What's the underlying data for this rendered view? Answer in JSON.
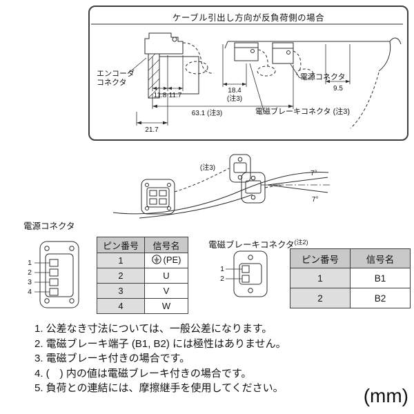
{
  "top_box": {
    "title": "ケーブル引出し方向が反負荷側の場合",
    "encoder_label_line1": "エンコーダ",
    "encoder_label_line2": "コネクタ",
    "power_label": "電源コネクタ",
    "brake_label": "電磁ブレーキコネクタ (注3)",
    "dims": {
      "d11_8": "11.8",
      "d11_7": "11.7",
      "d18_4": "18.4",
      "d18_4_note": "(注3)",
      "d9_5": "9.5",
      "d63_1": "63.1 (注3)",
      "d21_7": "21.7"
    }
  },
  "middle": {
    "note3": "(注3)",
    "angle_top": "7°",
    "angle_bottom": "7°"
  },
  "power_connector": {
    "heading": "電源コネクタ",
    "pin_labels": [
      "1",
      "2",
      "3",
      "4"
    ],
    "table": {
      "col_pin": "ピン番号",
      "col_signal": "信号名",
      "rows": [
        {
          "pin": "1",
          "signal": "(PE)"
        },
        {
          "pin": "2",
          "signal": "U"
        },
        {
          "pin": "3",
          "signal": "V"
        },
        {
          "pin": "4",
          "signal": "W"
        }
      ]
    }
  },
  "brake_connector": {
    "heading": "電磁ブレーキコネクタ",
    "heading_note": "(注2)",
    "pin_labels": [
      "1",
      "2"
    ],
    "table": {
      "col_pin": "ピン番号",
      "col_signal": "信号名",
      "rows": [
        {
          "pin": "1",
          "signal": "B1"
        },
        {
          "pin": "2",
          "signal": "B2"
        }
      ]
    }
  },
  "notes": [
    "1. 公差なき寸法については、一般公差になります。",
    "2. 電磁ブレーキ端子 (B1, B2) には極性はありません。",
    "3. 電磁ブレーキ付きの場合です。",
    "4. (　) 内の値は電磁ブレーキ付きの場合です。",
    "5. 負荷との連結には、摩擦継手を使用してください。"
  ],
  "unit": "(mm)"
}
